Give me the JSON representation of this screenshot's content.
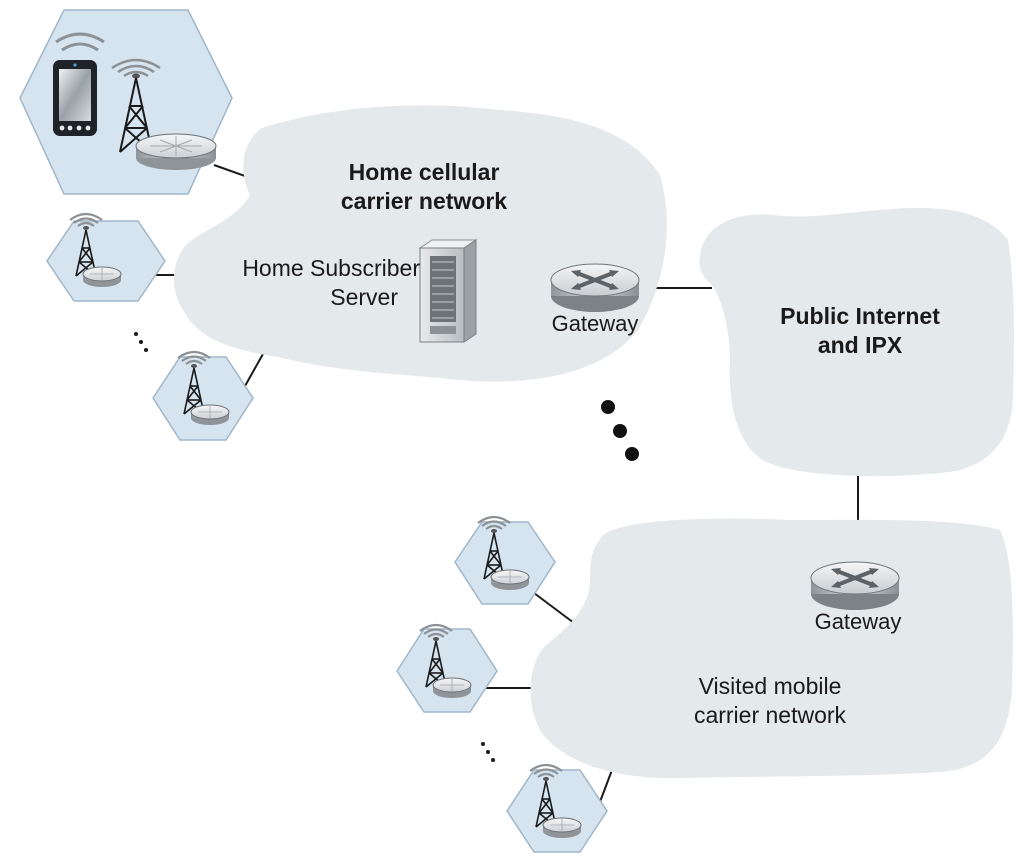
{
  "labels": {
    "home_network_line1": "Home cellular",
    "home_network_line2": "carrier network",
    "hss_line1": "Home Subscriber",
    "hss_line2": "Server",
    "home_gateway": "Gateway",
    "internet_line1": "Public Internet",
    "internet_line2": "and IPX",
    "visited_gateway": "Gateway",
    "visited_network_line1": "Visited mobile",
    "visited_network_line2": "carrier network"
  },
  "colors": {
    "cloud_fill": "#e4e9ec",
    "hex_fill": "#d6e4ef",
    "hex_stroke": "#9fb7cb",
    "line": "#1a1a1a",
    "router_body": "#c4c8cb",
    "server_body": "#cfd3d6"
  },
  "icons": [
    "smartphone-icon",
    "cell-tower-icon",
    "base-station-icon",
    "server-icon",
    "gateway-router-icon"
  ]
}
